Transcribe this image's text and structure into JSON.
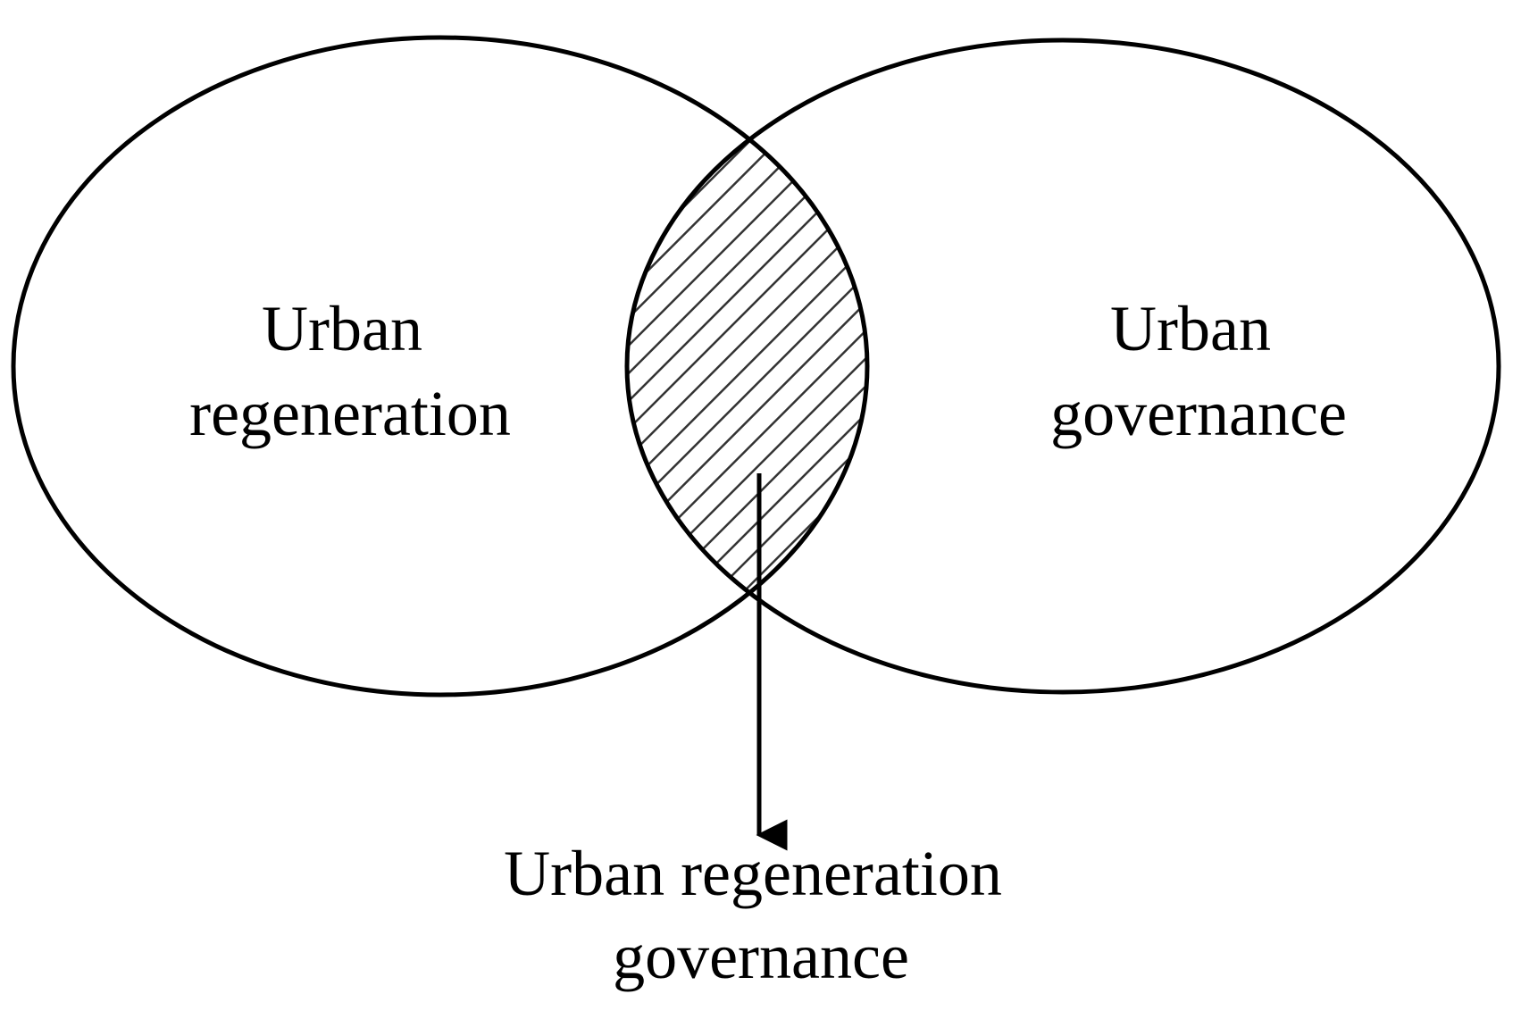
{
  "diagram": {
    "type": "venn",
    "sets": [
      {
        "id": "left",
        "label_lines": [
          "Urban",
          "regeneration"
        ]
      },
      {
        "id": "right",
        "label_lines": [
          "Urban",
          "governance"
        ]
      }
    ],
    "intersection": {
      "label_lines": [
        "Urban regeneration",
        "governance"
      ],
      "fill": "diagonal-hatch"
    },
    "colors": {
      "stroke": "#000000",
      "background": "#ffffff"
    }
  }
}
